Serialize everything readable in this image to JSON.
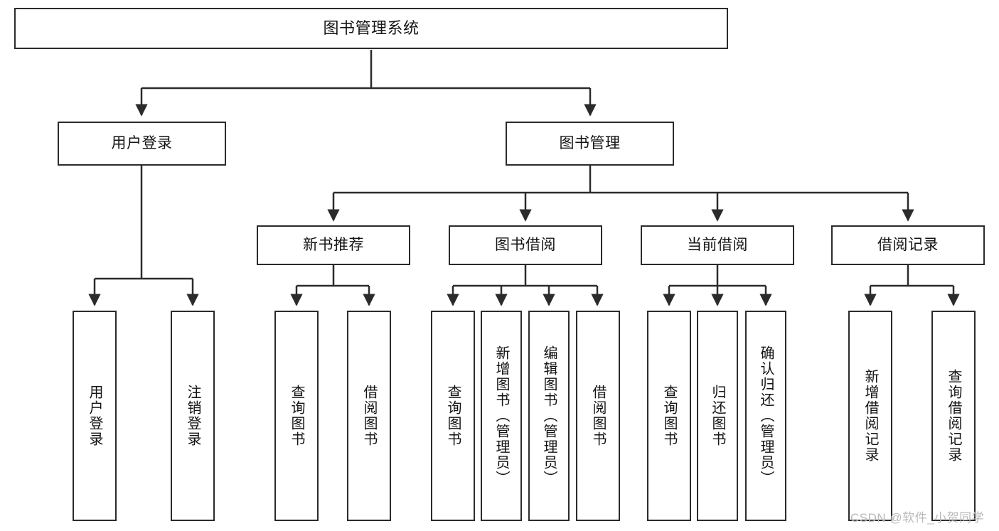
{
  "diagram": {
    "type": "hierarchy-tree",
    "title": "图书管理系统",
    "watermark": "CSDN @软件_小贺同学",
    "colors": {
      "box_border": "#2b2b2b",
      "box_fill": "#ffffff",
      "edge": "#2b2b2b",
      "text": "#141414",
      "watermark": "#b9b9b9"
    },
    "levels": {
      "root": [
        "图书管理系统"
      ],
      "level2": [
        "用户登录",
        "图书管理"
      ],
      "level3": [
        "新书推荐",
        "图书借阅",
        "当前借阅",
        "借阅记录"
      ],
      "leaves": [
        "用户登录",
        "注销登录",
        "查询图书",
        "借阅图书",
        "查询图书",
        "新增图书（管理员）",
        "编辑图书（管理员）",
        "借阅图书",
        "查询图书",
        "归还图书",
        "确认归还（管理员）",
        "新增借阅记录",
        "查询借阅记录"
      ]
    },
    "nodes": {
      "root": {
        "label": "图书管理系统"
      },
      "user_login": {
        "label": "用户登录"
      },
      "book_manage": {
        "label": "图书管理"
      },
      "new_book_rec": {
        "label": "新书推荐"
      },
      "book_borrow": {
        "label": "图书借阅"
      },
      "current_borrow": {
        "label": "当前借阅"
      },
      "borrow_record": {
        "label": "借阅记录"
      },
      "leaf_user_login": {
        "label": "用户登录"
      },
      "leaf_logout": {
        "label": "注销登录"
      },
      "leaf_query_book_1": {
        "label": "查询图书"
      },
      "leaf_borrow_book_1": {
        "label": "借阅图书"
      },
      "leaf_query_book_2": {
        "label": "查询图书"
      },
      "leaf_add_book": {
        "label": "新增图书（管理员）"
      },
      "leaf_edit_book": {
        "label": "编辑图书（管理员）"
      },
      "leaf_borrow_book_2": {
        "label": "借阅图书"
      },
      "leaf_query_book_3": {
        "label": "查询图书"
      },
      "leaf_return_book": {
        "label": "归还图书"
      },
      "leaf_confirm_return": {
        "label": "确认归还（管理员）"
      },
      "leaf_add_record": {
        "label": "新增借阅记录"
      },
      "leaf_query_record": {
        "label": "查询借阅记录"
      }
    },
    "edges": [
      {
        "from": "root",
        "to": "user_login"
      },
      {
        "from": "root",
        "to": "book_manage"
      },
      {
        "from": "user_login",
        "to": "leaf_user_login"
      },
      {
        "from": "user_login",
        "to": "leaf_logout"
      },
      {
        "from": "book_manage",
        "to": "new_book_rec"
      },
      {
        "from": "book_manage",
        "to": "book_borrow"
      },
      {
        "from": "book_manage",
        "to": "current_borrow"
      },
      {
        "from": "book_manage",
        "to": "borrow_record"
      },
      {
        "from": "new_book_rec",
        "to": "leaf_query_book_1"
      },
      {
        "from": "new_book_rec",
        "to": "leaf_borrow_book_1"
      },
      {
        "from": "book_borrow",
        "to": "leaf_query_book_2"
      },
      {
        "from": "book_borrow",
        "to": "leaf_add_book"
      },
      {
        "from": "book_borrow",
        "to": "leaf_edit_book"
      },
      {
        "from": "book_borrow",
        "to": "leaf_borrow_book_2"
      },
      {
        "from": "current_borrow",
        "to": "leaf_query_book_3"
      },
      {
        "from": "current_borrow",
        "to": "leaf_return_book"
      },
      {
        "from": "current_borrow",
        "to": "leaf_confirm_return"
      },
      {
        "from": "borrow_record",
        "to": "leaf_add_record"
      },
      {
        "from": "borrow_record",
        "to": "leaf_query_record"
      }
    ]
  }
}
